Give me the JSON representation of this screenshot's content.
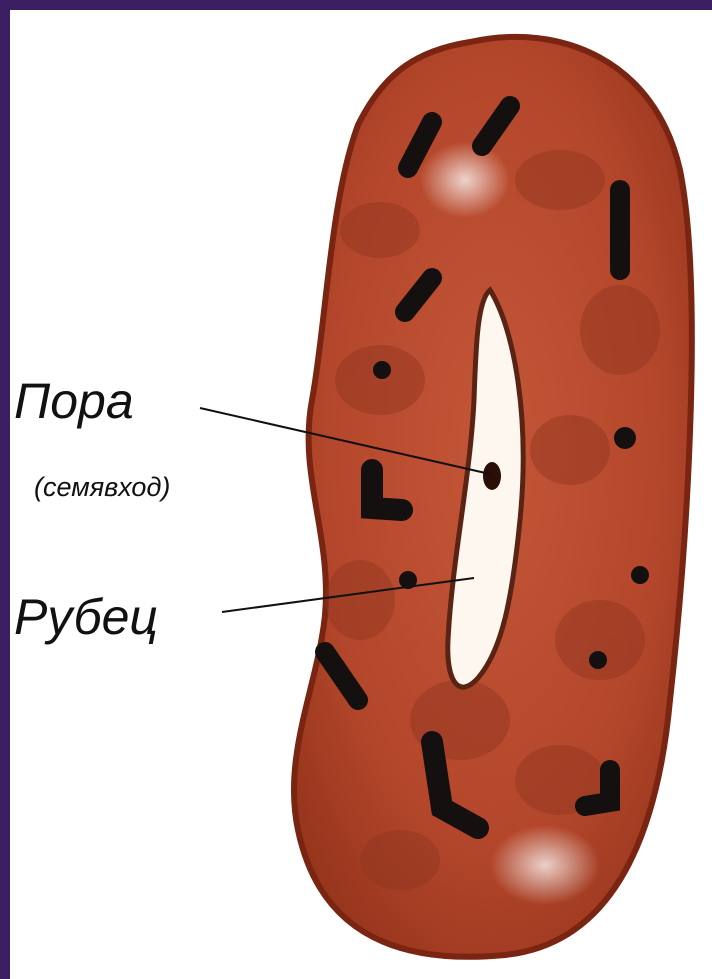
{
  "labels": {
    "pora": "Пора",
    "pora_note": "(семявход)",
    "rubets": "Рубец"
  },
  "colors": {
    "frame": "#3b1f63",
    "seed_coat": "#b8482c",
    "seed_edge": "#7a2412",
    "spots": "#141010",
    "hilum": "#fdf7f0"
  },
  "illustration": {
    "subject": "bean seed",
    "parts": [
      "seed-coat",
      "hilum",
      "micropyle",
      "speckles"
    ]
  }
}
